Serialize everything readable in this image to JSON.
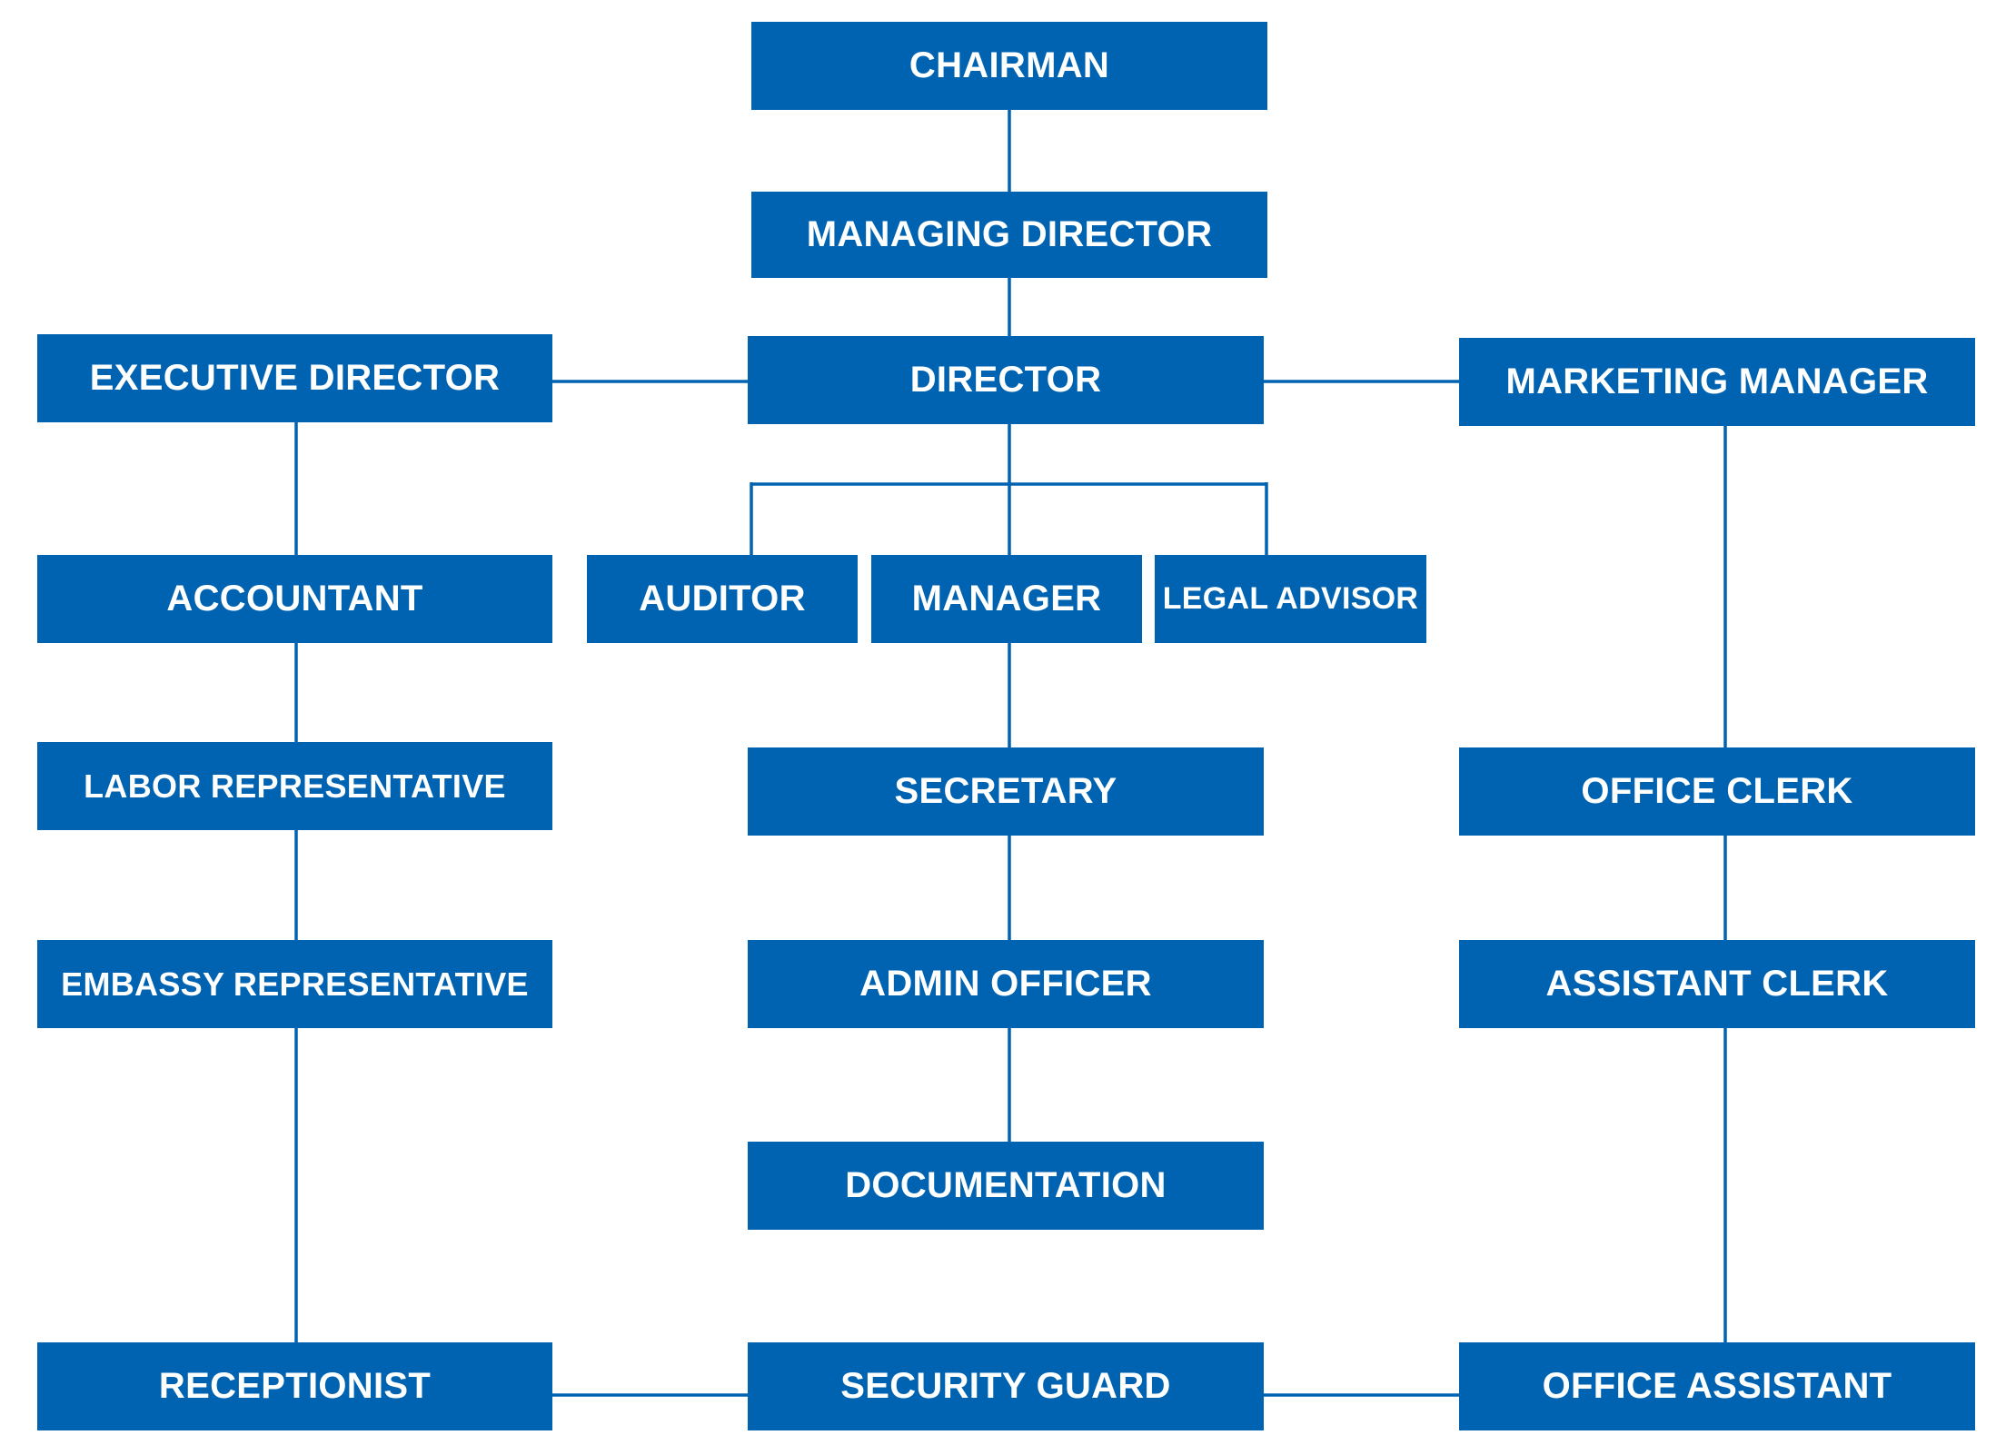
{
  "colors": {
    "box": "#0063b2",
    "text": "#ffffff",
    "connector": "#0063b2",
    "background": "#ffffff"
  },
  "nodes": {
    "chairman": "CHAIRMAN",
    "managing_director": "MANAGING DIRECTOR",
    "director": "DIRECTOR",
    "executive_director": "EXECUTIVE DIRECTOR",
    "marketing_manager": "MARKETING MANAGER",
    "accountant": "ACCOUNTANT",
    "auditor": "AUDITOR",
    "manager": "MANAGER",
    "legal_advisor": "LEGAL ADVISOR",
    "labor_representative": "LABOR REPRESENTATIVE",
    "secretary": "SECRETARY",
    "office_clerk": "OFFICE CLERK",
    "embassy_representative": "EMBASSY REPRESENTATIVE",
    "admin_officer": "ADMIN OFFICER",
    "assistant_clerk": "ASSISTANT CLERK",
    "documentation": "DOCUMENTATION",
    "receptionist": "RECEPTIONIST",
    "security_guard": "SECURITY GUARD",
    "office_assistant": "OFFICE ASSISTANT"
  },
  "connections": [
    [
      "chairman",
      "managing_director"
    ],
    [
      "managing_director",
      "director"
    ],
    [
      "director",
      "executive_director"
    ],
    [
      "director",
      "marketing_manager"
    ],
    [
      "director",
      "auditor"
    ],
    [
      "director",
      "manager"
    ],
    [
      "director",
      "legal_advisor"
    ],
    [
      "executive_director",
      "accountant"
    ],
    [
      "accountant",
      "labor_representative"
    ],
    [
      "labor_representative",
      "embassy_representative"
    ],
    [
      "embassy_representative",
      "receptionist"
    ],
    [
      "manager",
      "secretary"
    ],
    [
      "secretary",
      "admin_officer"
    ],
    [
      "admin_officer",
      "documentation"
    ],
    [
      "marketing_manager",
      "office_clerk"
    ],
    [
      "office_clerk",
      "assistant_clerk"
    ],
    [
      "assistant_clerk",
      "office_assistant"
    ],
    [
      "receptionist",
      "security_guard"
    ],
    [
      "security_guard",
      "office_assistant"
    ]
  ]
}
